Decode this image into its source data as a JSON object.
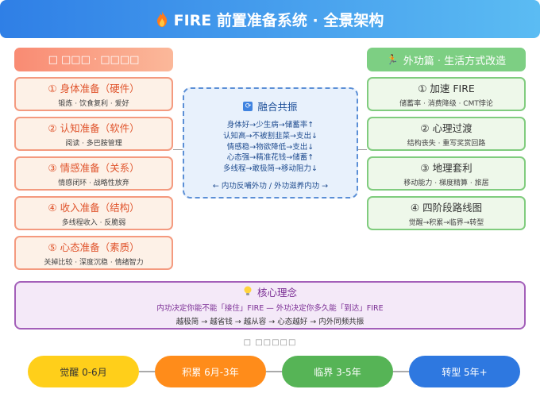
{
  "header": {
    "title": "FIRE 前置准备系统 · 全景架构",
    "icon": "flame-icon"
  },
  "left": {
    "title": "□ □□□ · □□□□",
    "items": [
      {
        "title": "① 身体准备（硬件）",
        "sub": "锻炼 · 饮食复利 · 爱好"
      },
      {
        "title": "② 认知准备（软件）",
        "sub": "阅读 · 多巴胺管理"
      },
      {
        "title": "③ 情感准备（关系）",
        "sub": "情感闭环 · 战略性放弃"
      },
      {
        "title": "④ 收入准备（结构）",
        "sub": "多线程收入 · 反脆弱"
      },
      {
        "title": "⑤ 心态准备（素质）",
        "sub": "关掉比较 · 深度沉稳 · 情绪智力"
      }
    ]
  },
  "right": {
    "title": "外功篇 · 生活方式改造",
    "icon": "runner-icon",
    "items": [
      {
        "title": "① 加速 FIRE",
        "sub": "储蓄率 · 消费降级 · CMT悖论"
      },
      {
        "title": "② 心理过渡",
        "sub": "结构丧失 · 重写奖赏回路"
      },
      {
        "title": "③ 地理套利",
        "sub": "移动能力 · 梯度精算 · 旅居"
      },
      {
        "title": "④ 四阶段路线图",
        "sub": "觉醒→积累→临界→转型"
      }
    ]
  },
  "center": {
    "title": "融合共振",
    "lines": [
      "身体好→少生病→储蓄率↑",
      "认知高→不被割韭菜→支出↓",
      "情感稳→物欲降低→支出↓",
      "心态强→精准花钱→储蓄↑",
      "多线程→敢极简→移动阻力↓"
    ],
    "footer": "← 内功反哺外功 / 外功滋养内功 →"
  },
  "core": {
    "title": "核心理念",
    "line1": "内功决定你能不能「接住」FIRE — 外功决定你多久能「到达」FIRE",
    "line2": "越极简 → 越省钱 → 越从容 → 心态越好 → 内外同频共振"
  },
  "timeline": {
    "title": "□ □□□□□",
    "stages": [
      "觉醒 0-6月",
      "积累 6月-3年",
      "临界 3-5年",
      "转型 5年+"
    ]
  },
  "colors": {
    "header": "#2f7fe6",
    "left_accent": "#f49a7f",
    "right_accent": "#80cc7e",
    "center_accent": "#5b8fd6",
    "core_accent": "#a35fb9",
    "stage_colors": [
      "#ffcf1a",
      "#ff8c1a",
      "#56b456",
      "#2e78e0"
    ]
  }
}
